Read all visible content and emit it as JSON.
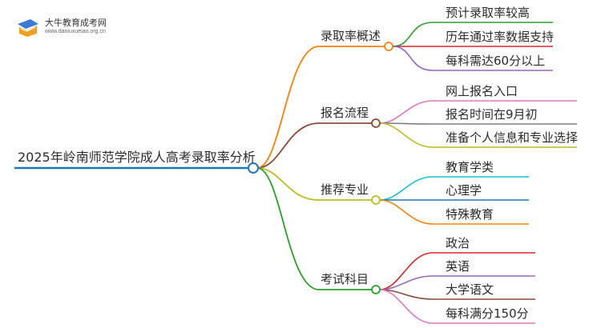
{
  "logo": {
    "title": "大牛教育成考网",
    "url": "www.daniuxueiao.org.cn",
    "colors": {
      "book": "#f0a020",
      "cap": "#3a7bd5"
    }
  },
  "root": {
    "label": "2025年岭南师范学院成人高考录取率分析",
    "color": "#1f78b4"
  },
  "branches": [
    {
      "label": "录取率概述",
      "color": "#f5820d",
      "children": [
        {
          "label": "预计录取率较高",
          "color": "#2ca02c"
        },
        {
          "label": "历年通过率数据支持",
          "color": "#d62728"
        },
        {
          "label": "每科需达60分以上",
          "color": "#9467bd"
        }
      ]
    },
    {
      "label": "报名流程",
      "color": "#8c4a3a",
      "children": [
        {
          "label": "网上报名入口",
          "color": "#e377c2"
        },
        {
          "label": "报名时间在9月初",
          "color": "#7f7f7f"
        },
        {
          "label": "准备个人信息和专业选择",
          "color": "#bcbd22"
        }
      ]
    },
    {
      "label": "推荐专业",
      "color": "#bcbd22",
      "children": [
        {
          "label": "教育学类",
          "color": "#17becf"
        },
        {
          "label": "心理学",
          "color": "#1f78b4"
        },
        {
          "label": "特殊教育",
          "color": "#f5820d"
        }
      ]
    },
    {
      "label": "考试科目",
      "color": "#2ca02c",
      "children": [
        {
          "label": "政治",
          "color": "#d62728"
        },
        {
          "label": "英语",
          "color": "#9467bd"
        },
        {
          "label": "大学语文",
          "color": "#8c4a3a"
        },
        {
          "label": "每科满分150分",
          "color": "#e377c2"
        }
      ]
    }
  ]
}
